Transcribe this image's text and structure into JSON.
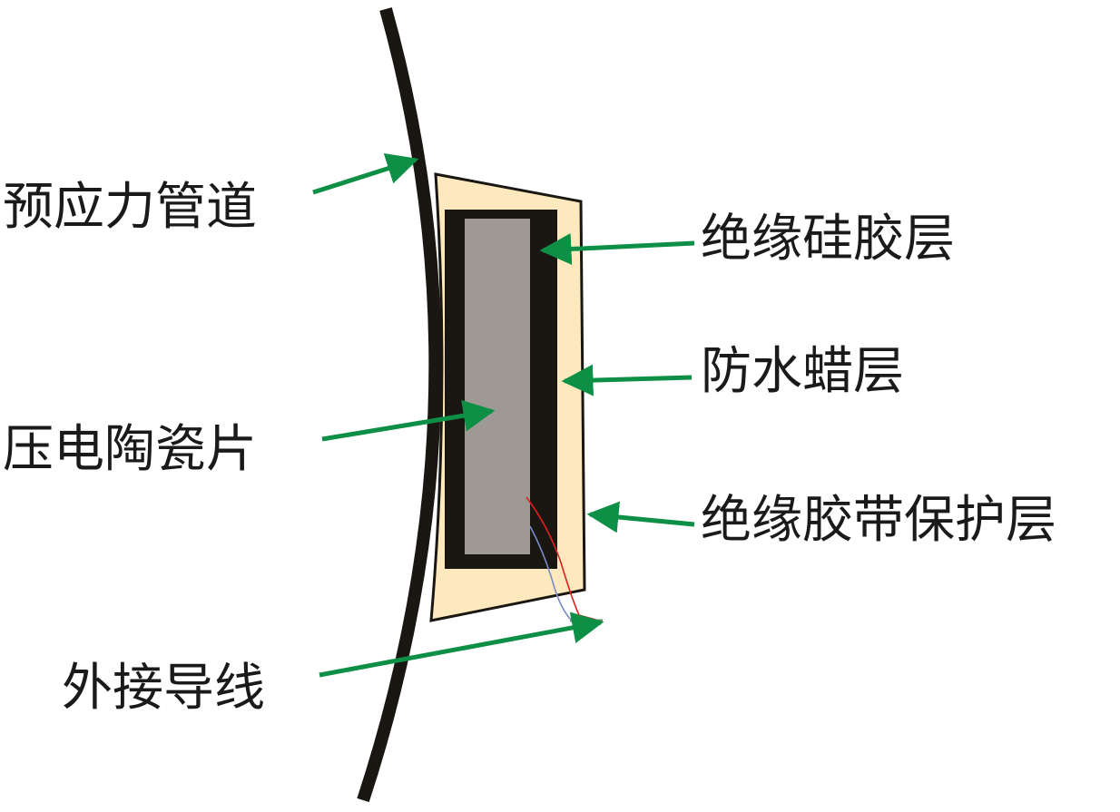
{
  "labels": {
    "duct": "预应力管道",
    "silicone": "绝缘硅胶层",
    "wax": "防水蜡层",
    "piezo": "压电陶瓷片",
    "tape": "绝缘胶带保护层",
    "wire": "外接导线"
  },
  "colors": {
    "arrow": "#0e8f46",
    "duct": "#1a1713",
    "tape_layer": "#fde9bd",
    "silicone_layer": "#1a1713",
    "piezo": "#9e9994",
    "wire_red": "#e01f1f",
    "wire_blue": "#7a8cc8",
    "wire_tip": "#6f8f6a"
  }
}
